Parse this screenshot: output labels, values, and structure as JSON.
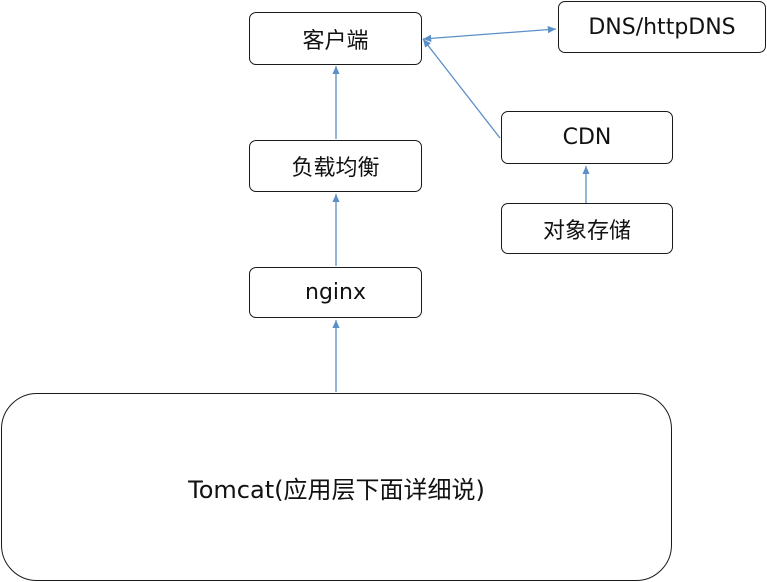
{
  "nodes": {
    "client": "客户端",
    "dns": "DNS/httpDNS",
    "cdn": "CDN",
    "lb": "负载均衡",
    "storage": "对象存储",
    "nginx": "nginx",
    "tomcat": "Tomcat(应用层下面详细说)"
  },
  "edges": [
    {
      "from": "tomcat",
      "to": "nginx"
    },
    {
      "from": "nginx",
      "to": "lb"
    },
    {
      "from": "lb",
      "to": "client"
    },
    {
      "from": "storage",
      "to": "cdn"
    },
    {
      "from": "cdn",
      "to": "client"
    },
    {
      "from": "client",
      "to": "dns",
      "bidirectional": true
    }
  ],
  "colors": {
    "arrow": "#5b8fc7",
    "border": "#1a1a1a",
    "text": "#111111"
  }
}
